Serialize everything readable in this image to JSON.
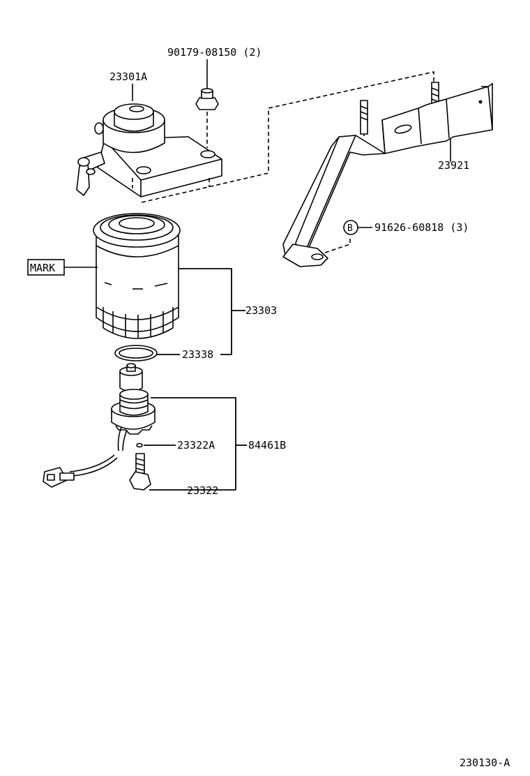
{
  "diagram": {
    "parts": [
      {
        "id": "nut",
        "label": "90179-08150 (2)"
      },
      {
        "id": "filter-head",
        "label": "23301A"
      },
      {
        "id": "bracket",
        "label": "23921"
      },
      {
        "id": "bolt",
        "label": "91626-60818 (3)",
        "marker": "B"
      },
      {
        "id": "filter-element",
        "label": "23303"
      },
      {
        "id": "mark-tag",
        "label": "MARK"
      },
      {
        "id": "gasket",
        "label": "23338"
      },
      {
        "id": "o-ring",
        "label": "23322A"
      },
      {
        "id": "sensor-assy",
        "label": "84461B"
      },
      {
        "id": "drain-plug",
        "label": "23322"
      }
    ],
    "figure_code": "230130-A"
  }
}
